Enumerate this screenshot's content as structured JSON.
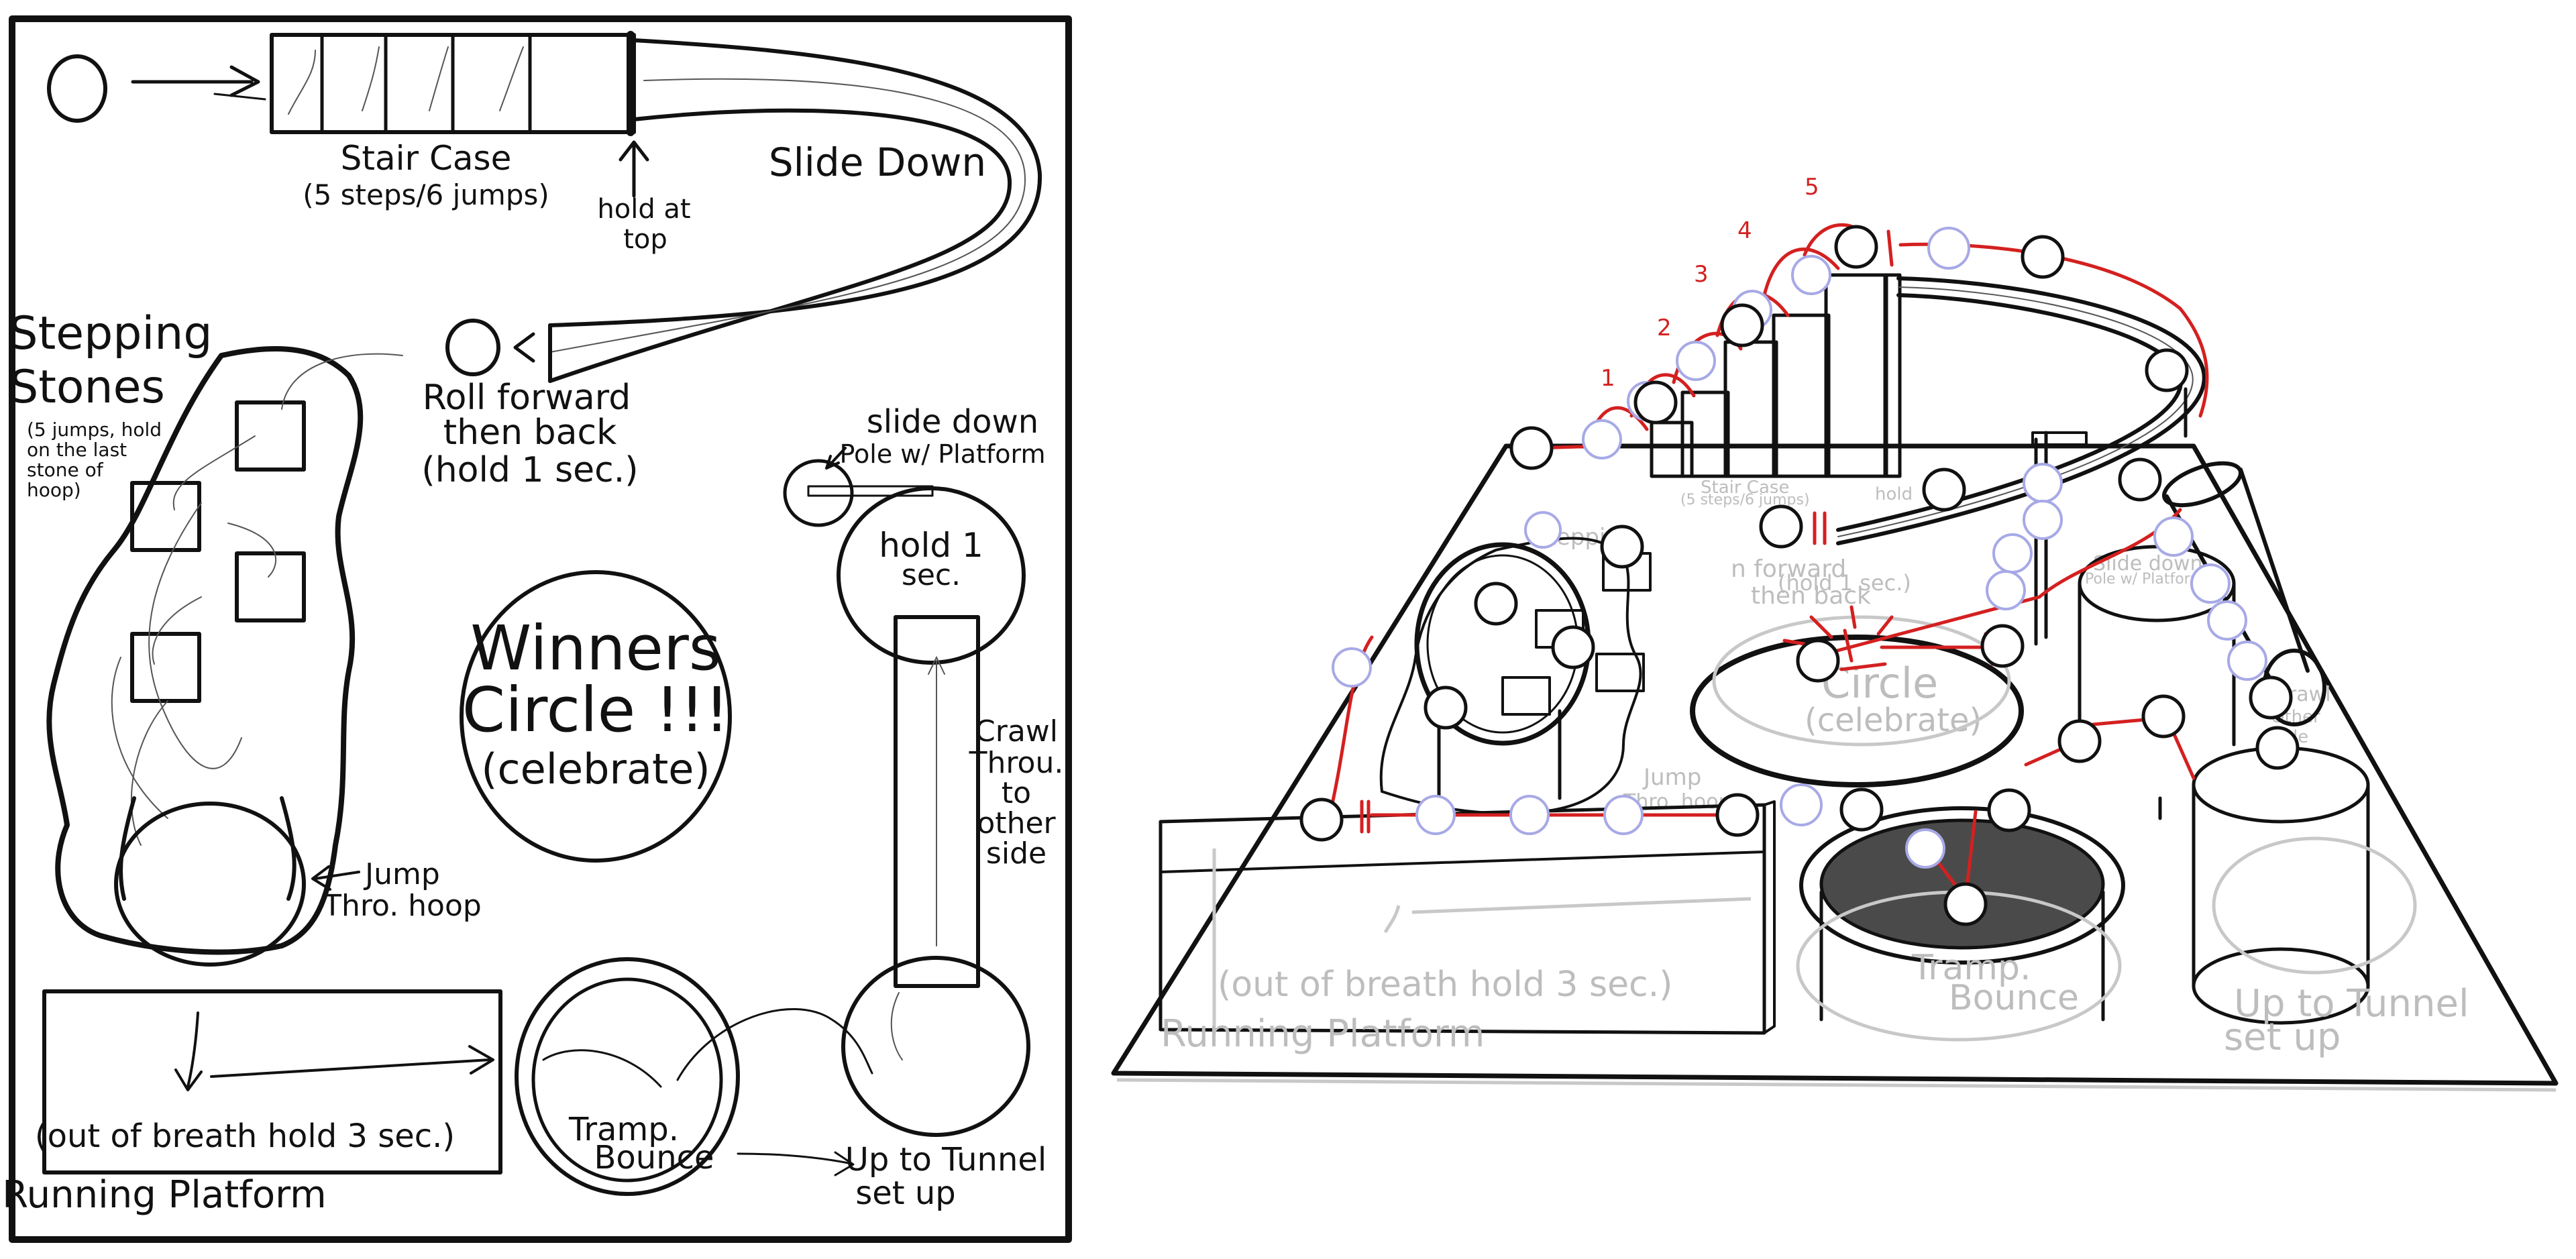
{
  "plan": {
    "stair_case": "Stair Case",
    "stair_case_sub": "(5 steps/6 jumps)",
    "hold_at": "hold at",
    "hold_top": "top",
    "slide_down": "Slide Down",
    "stepping": "Stepping",
    "stones": "Stones",
    "stones_note": [
      "(5 jumps, hold",
      "on the last",
      "stone of",
      "hoop)"
    ],
    "roll_1": "Roll forward",
    "roll_2": "then back",
    "roll_3": "(hold 1 sec.)",
    "pole_1": "slide down",
    "pole_2": "Pole w/ Platform",
    "hold1_1": "hold 1",
    "hold1_2": "sec.",
    "winners_1": "Winners",
    "winners_2": "Circle !!!",
    "winners_3": "(celebrate)",
    "crawl": [
      "Crawl",
      "Throu.",
      "to",
      "other",
      "side"
    ],
    "jump_1": "Jump",
    "jump_2": "Thro. hoop",
    "breath": "(out of breath hold 3 sec.)",
    "running": "Running Platform",
    "tramp_1": "Tramp.",
    "tramp_2": "Bounce",
    "tunnel_1": "Up to Tunnel",
    "tunnel_2": "set up"
  },
  "iso": {
    "step_numbers": [
      "1",
      "2",
      "3",
      "4",
      "5"
    ],
    "stair_case": "Stair Case",
    "stair_case_sub": "(5 steps/6 jumps)",
    "hold": "hold",
    "stepping": "Stepping",
    "roll_hint": "n forward",
    "then_back": "then back",
    "hold_sec": "(hold 1 sec.)",
    "slide_down": "Slide down",
    "pole_w": "Pole w/ Platform",
    "circle": "Circle",
    "celebrate": "(celebrate)",
    "jump": "Jump",
    "thro_hoop": "Thro. hoop",
    "crawl_1": "Crawl",
    "crawl_2": "Other",
    "crawl_3": "Side",
    "breath": "(out of breath hold 3 sec.)",
    "running": "Running Platform",
    "tramp_1": "Tramp.",
    "tramp_2": "Bounce",
    "tunnel_1": "Up to Tunnel",
    "tunnel_2": "set up"
  }
}
